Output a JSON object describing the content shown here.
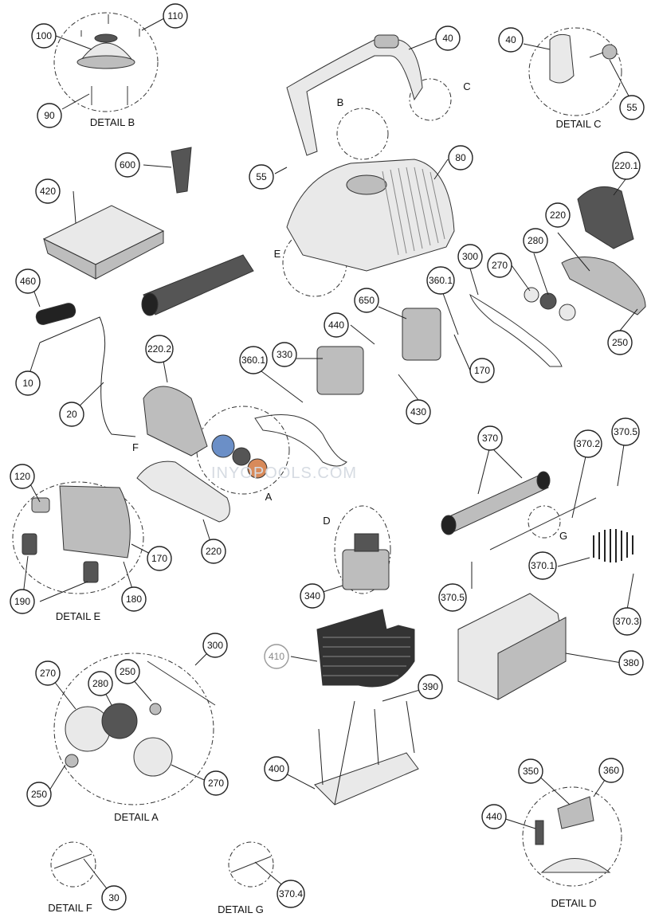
{
  "callouts": [
    {
      "id": "c-100",
      "label": "100"
    },
    {
      "id": "c-110",
      "label": "110"
    },
    {
      "id": "c-90",
      "label": "90"
    },
    {
      "id": "c-40a",
      "label": "40"
    },
    {
      "id": "c-40b",
      "label": "40"
    },
    {
      "id": "c-55a",
      "label": "55"
    },
    {
      "id": "c-55b",
      "label": "55"
    },
    {
      "id": "c-600",
      "label": "600"
    },
    {
      "id": "c-80",
      "label": "80"
    },
    {
      "id": "c-220-1",
      "label": "220.1"
    },
    {
      "id": "c-420",
      "label": "420"
    },
    {
      "id": "c-220a",
      "label": "220"
    },
    {
      "id": "c-460",
      "label": "460"
    },
    {
      "id": "c-300a",
      "label": "300"
    },
    {
      "id": "c-270a",
      "label": "270"
    },
    {
      "id": "c-280a",
      "label": "280"
    },
    {
      "id": "c-360-1a",
      "label": "360.1"
    },
    {
      "id": "c-650",
      "label": "650"
    },
    {
      "id": "c-440a",
      "label": "440"
    },
    {
      "id": "c-330",
      "label": "330"
    },
    {
      "id": "c-250a",
      "label": "250"
    },
    {
      "id": "c-10",
      "label": "10"
    },
    {
      "id": "c-220-2",
      "label": "220.2"
    },
    {
      "id": "c-360-1b",
      "label": "360.1"
    },
    {
      "id": "c-170a",
      "label": "170"
    },
    {
      "id": "c-430",
      "label": "430"
    },
    {
      "id": "c-20",
      "label": "20"
    },
    {
      "id": "c-370",
      "label": "370"
    },
    {
      "id": "c-370-2",
      "label": "370.2"
    },
    {
      "id": "c-370-5a",
      "label": "370.5"
    },
    {
      "id": "c-120",
      "label": "120"
    },
    {
      "id": "c-220b",
      "label": "220"
    },
    {
      "id": "c-170b",
      "label": "170"
    },
    {
      "id": "c-340",
      "label": "340"
    },
    {
      "id": "c-370-1",
      "label": "370.1"
    },
    {
      "id": "c-370-5b",
      "label": "370.5"
    },
    {
      "id": "c-190",
      "label": "190"
    },
    {
      "id": "c-180",
      "label": "180"
    },
    {
      "id": "c-370-3",
      "label": "370.3"
    },
    {
      "id": "c-300b",
      "label": "300"
    },
    {
      "id": "c-410",
      "label": "410"
    },
    {
      "id": "c-270b",
      "label": "270"
    },
    {
      "id": "c-250b",
      "label": "250"
    },
    {
      "id": "c-280b",
      "label": "280"
    },
    {
      "id": "c-380",
      "label": "380"
    },
    {
      "id": "c-390",
      "label": "390"
    },
    {
      "id": "c-400",
      "label": "400"
    },
    {
      "id": "c-250c",
      "label": "250"
    },
    {
      "id": "c-270c",
      "label": "270"
    },
    {
      "id": "c-350",
      "label": "350"
    },
    {
      "id": "c-360",
      "label": "360"
    },
    {
      "id": "c-440b",
      "label": "440"
    },
    {
      "id": "c-30",
      "label": "30"
    },
    {
      "id": "c-370-4",
      "label": "370.4"
    }
  ],
  "detail_titles": {
    "b": "DETAIL B",
    "c": "DETAIL C",
    "e": "DETAIL E",
    "a": "DETAIL A",
    "f": "DETAIL F",
    "g": "DETAIL G",
    "d": "DETAIL D"
  },
  "letters": {
    "a": "A",
    "b": "B",
    "c": "C",
    "d": "D",
    "e": "E",
    "f": "F",
    "g": "G"
  },
  "watermark": "INYOPOOLS.COM"
}
